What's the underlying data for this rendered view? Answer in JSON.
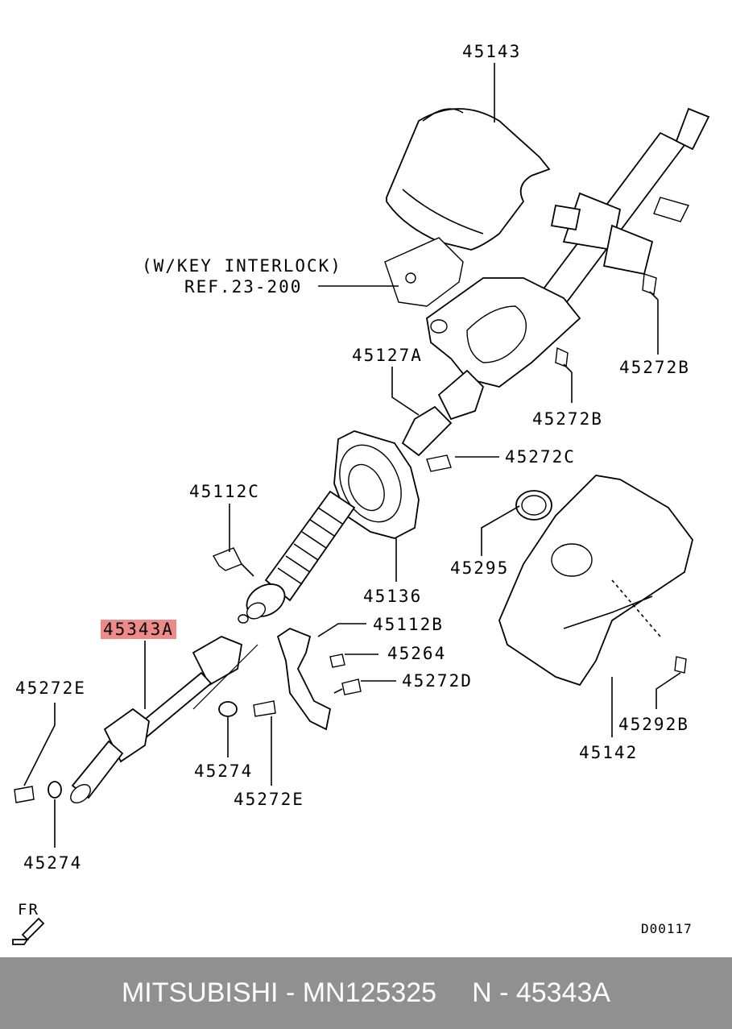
{
  "labels": {
    "p45143": "45143",
    "key_interlock": "(W/KEY INTERLOCK)",
    "ref": "REF.23-200",
    "p45272B_a": "45272B",
    "p45127A": "45127A",
    "p45272B_b": "45272B",
    "p45272C": "45272C",
    "p45112C": "45112C",
    "p45136": "45136",
    "p45295": "45295",
    "p45343A": "45343A",
    "p45112B": "45112B",
    "p45264": "45264",
    "p45272D": "45272D",
    "p45272E_left": "45272E",
    "p45274_mid": "45274",
    "p45272E_mid": "45272E",
    "p45292B": "45292B",
    "p45142": "45142",
    "p45274_bottom": "45274",
    "fr": "FR",
    "diagram_code": "D00117"
  },
  "footer": {
    "brand_part": "MITSUBISHI - MN125325",
    "ref_part": "N - 45343A"
  },
  "highlight_color": "#f08a8a",
  "footer_bg": "#909090"
}
